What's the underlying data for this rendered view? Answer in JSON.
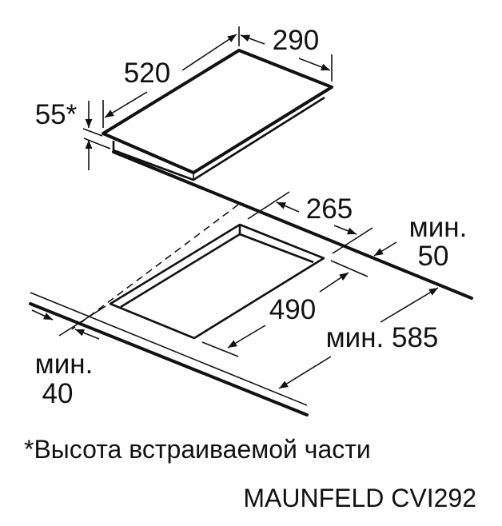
{
  "dimensions": {
    "hob_depth": "520",
    "hob_width": "290",
    "hob_height": "55*",
    "cutout_width": "265",
    "cutout_depth": "490",
    "back_margin_label": "мин.",
    "back_margin_value": "50",
    "countertop_depth": "мин. 585",
    "front_margin_label": "мин.",
    "front_margin_value": "40"
  },
  "footnote": "*Высота встраиваемой части",
  "model": "MAUNFELD CVI292"
}
